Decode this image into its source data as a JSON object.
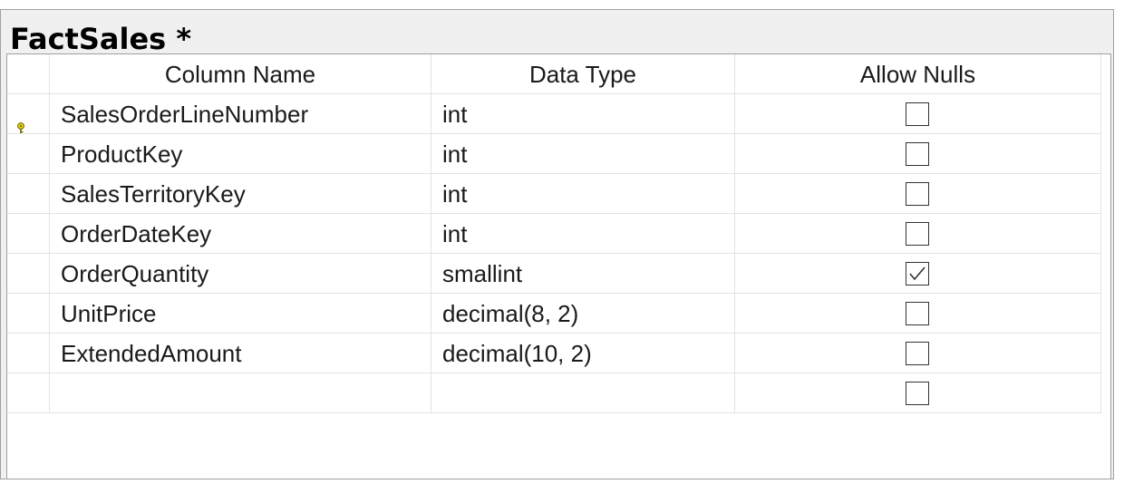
{
  "title": "FactSales *",
  "columns": {
    "name": "Column Name",
    "type": "Data Type",
    "nulls": "Allow Nulls"
  },
  "rows": [
    {
      "name": "SalesOrderLineNumber",
      "type": "int",
      "allow_nulls": false,
      "primary_key": true
    },
    {
      "name": "ProductKey",
      "type": "int",
      "allow_nulls": false
    },
    {
      "name": "SalesTerritoryKey",
      "type": "int",
      "allow_nulls": false
    },
    {
      "name": "OrderDateKey",
      "type": "int",
      "allow_nulls": false
    },
    {
      "name": "OrderQuantity",
      "type": "smallint",
      "allow_nulls": true
    },
    {
      "name": "UnitPrice",
      "type": "decimal(8, 2)",
      "allow_nulls": false
    },
    {
      "name": "ExtendedAmount",
      "type": "decimal(10, 2)",
      "allow_nulls": false
    },
    {
      "name": "",
      "type": "",
      "allow_nulls": false
    }
  ],
  "icons": {
    "primary_key": "key-icon",
    "checked": "checkmark-icon"
  },
  "colors": {
    "key": "#e8d800",
    "grid_line": "#e2e2e2",
    "border": "#a0a0a0"
  }
}
